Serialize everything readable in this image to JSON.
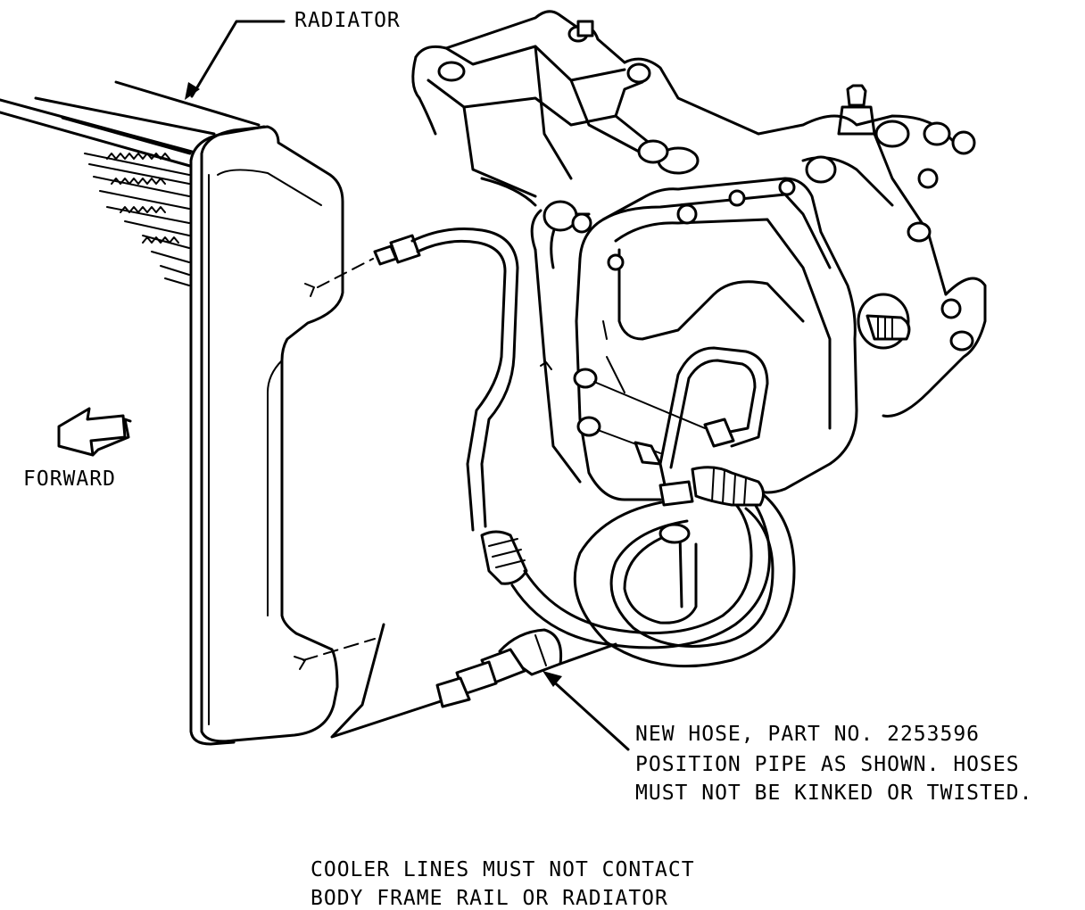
{
  "labels": {
    "radiator": "RADIATOR",
    "forward": "FORWARD",
    "new_hose_line1": "NEW HOSE, PART NO. 2253596",
    "new_hose_line2": "POSITION PIPE AS SHOWN.  HOSES",
    "new_hose_line3": "MUST NOT BE KINKED OR TWISTED.",
    "cooler_line1": "COOLER LINES MUST NOT CONTACT",
    "cooler_line2": "BODY FRAME RAIL OR RADIATOR"
  },
  "icons": {
    "forward_arrow": "forward-arrow-icon"
  },
  "colors": {
    "ink": "#000000",
    "paper": "#ffffff"
  }
}
